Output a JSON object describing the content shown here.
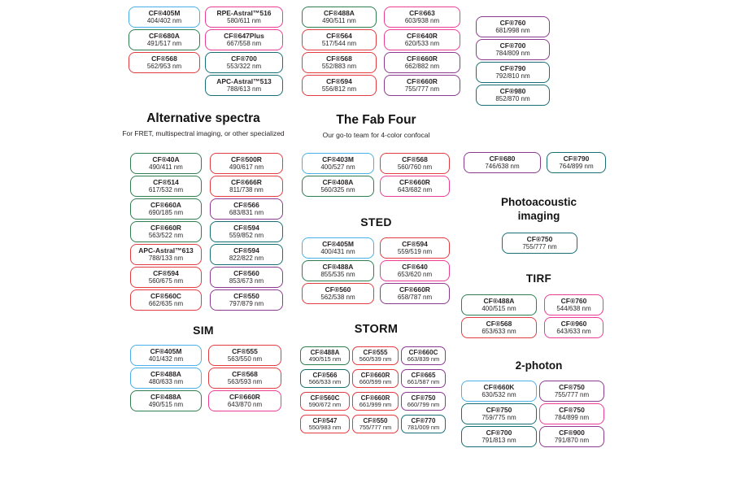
{
  "colors": {
    "blue": "#4aaee8",
    "green": "#2f7e50",
    "red": "#e13c3f",
    "pink": "#eb3d96",
    "teal": "#176f73",
    "purple": "#8c3a90"
  },
  "top": {
    "columns": [
      [
        {
          "name": "CF®405M",
          "nm": "404/402 nm",
          "color": "blue"
        },
        {
          "name": "CF®680A",
          "nm": "491/517 nm",
          "color": "green"
        },
        {
          "name": "CF®568",
          "nm": "562/953 nm",
          "color": "red"
        }
      ],
      [
        {
          "name": "RPE-Astral™516",
          "nm": "580/611 nm",
          "color": "pink"
        },
        {
          "name": "CF®647Plus",
          "nm": "667/558 nm",
          "color": "pink"
        },
        {
          "name": "CF®700",
          "nm": "553/322 nm",
          "color": "teal"
        },
        {
          "name": "APC-Astral™513",
          "nm": "788/613 nm",
          "color": "teal"
        }
      ],
      [
        {
          "name": "CF®488A",
          "nm": "490/511 nm",
          "color": "green"
        },
        {
          "name": "CF®564",
          "nm": "517/544 nm",
          "color": "red"
        },
        {
          "name": "CF®568",
          "nm": "552/883 nm",
          "color": "red"
        },
        {
          "name": "CF®594",
          "nm": "556/812 nm",
          "color": "red"
        }
      ],
      [
        {
          "name": "CF®663",
          "nm": "603/938 nm",
          "color": "pink"
        },
        {
          "name": "CF®640R",
          "nm": "620/533 nm",
          "color": "pink"
        },
        {
          "name": "CF®660R",
          "nm": "662/882 nm",
          "color": "purple"
        },
        {
          "name": "CF®660R",
          "nm": "755/777 nm",
          "color": "purple"
        }
      ],
      [
        {
          "name": "CF®760",
          "nm": "681/998 nm",
          "color": "purple"
        },
        {
          "name": "CF®700",
          "nm": "784/809 nm",
          "color": "purple"
        },
        {
          "name": "CF®790",
          "nm": "792/810 nm",
          "color": "teal"
        },
        {
          "name": "CF®980",
          "nm": "852/870 nm",
          "color": "teal"
        }
      ]
    ]
  },
  "sections": {
    "alternative_spectra": {
      "title": "Alternative spectra",
      "subtitle": "For FRET, multispectral imaging, or other specialized",
      "columns": [
        [
          {
            "name": "CF®40A",
            "nm": "490/411 nm",
            "color": "green"
          },
          {
            "name": "CF®514",
            "nm": "617/532 nm",
            "color": "green"
          },
          {
            "name": "CF®660A",
            "nm": "690/185 nm",
            "color": "green"
          },
          {
            "name": "CF®660R",
            "nm": "563/522 nm",
            "color": "green"
          },
          {
            "name": "APC-Astral™613",
            "nm": "788/133 nm",
            "color": "red"
          },
          {
            "name": "CF®594",
            "nm": "560/675 nm",
            "color": "red"
          },
          {
            "name": "CF®560C",
            "nm": "662/635 nm",
            "color": "red"
          }
        ],
        [
          {
            "name": "CF®500R",
            "nm": "490/617 nm",
            "color": "red"
          },
          {
            "name": "CF®666R",
            "nm": "811/738 nm",
            "color": "red"
          },
          {
            "name": "CF®566",
            "nm": "683/831 nm",
            "color": "purple"
          },
          {
            "name": "CF®594",
            "nm": "559/852 nm",
            "color": "teal"
          },
          {
            "name": "CF®594",
            "nm": "822/822 nm",
            "color": "teal"
          },
          {
            "name": "CF®560",
            "nm": "853/673 nm",
            "color": "purple"
          },
          {
            "name": "CF®550",
            "nm": "797/879 nm",
            "color": "purple"
          }
        ]
      ]
    },
    "fab_four": {
      "title": "The Fab Four",
      "subtitle": "Our go-to team for 4-color confocal",
      "columns": [
        [
          {
            "name": "CF®403M",
            "nm": "400/527 nm",
            "color": "blue"
          },
          {
            "name": "CF®408A",
            "nm": "560/325 nm",
            "color": "green"
          }
        ],
        [
          {
            "name": "CF®568",
            "nm": "560/760 nm",
            "color": "red"
          },
          {
            "name": "CF®660R",
            "nm": "643/682 nm",
            "color": "pink"
          }
        ]
      ]
    },
    "pair": {
      "columns": [
        [
          {
            "name": "CF®680",
            "nm": "746/638 nm",
            "color": "purple"
          }
        ],
        [
          {
            "name": "CF®790",
            "nm": "764/899 nm",
            "color": "teal"
          }
        ]
      ]
    },
    "sted": {
      "title": "STED",
      "columns": [
        [
          {
            "name": "CF®405M",
            "nm": "400/431 nm",
            "color": "blue"
          },
          {
            "name": "CF®488A",
            "nm": "855/535 nm",
            "color": "green"
          },
          {
            "name": "CF®560",
            "nm": "562/538 nm",
            "color": "red"
          }
        ],
        [
          {
            "name": "CF®594",
            "nm": "559/519 nm",
            "color": "red"
          },
          {
            "name": "CF®640",
            "nm": "653/620 nm",
            "color": "pink"
          },
          {
            "name": "CF®660R",
            "nm": "658/787 nm",
            "color": "purple"
          }
        ]
      ]
    },
    "photoacoustic": {
      "title": "Photoacoustic imaging",
      "columns": [
        [
          {
            "name": "CF®750",
            "nm": "755/777 nm",
            "color": "teal"
          }
        ]
      ]
    },
    "sim": {
      "title": "SIM",
      "columns": [
        [
          {
            "name": "CF®405M",
            "nm": "401/432 nm",
            "color": "blue"
          },
          {
            "name": "CF®488A",
            "nm": "480/633 nm",
            "color": "blue"
          },
          {
            "name": "CF®488A",
            "nm": "490/515 nm",
            "color": "green"
          }
        ],
        [
          {
            "name": "CF®555",
            "nm": "563/550 nm",
            "color": "red"
          },
          {
            "name": "CF®568",
            "nm": "563/593 nm",
            "color": "red"
          },
          {
            "name": "CF®660R",
            "nm": "643/870 nm",
            "color": "pink"
          }
        ]
      ]
    },
    "storm": {
      "title": "STORM",
      "columns": [
        [
          {
            "name": "CF®488A",
            "nm": "490/515 nm",
            "color": "green"
          },
          {
            "name": "CF®566",
            "nm": "566/533 nm",
            "color": "teal"
          },
          {
            "name": "CF®560C",
            "nm": "590/672 nm",
            "color": "red"
          },
          {
            "name": "CF®547",
            "nm": "550/983 nm",
            "color": "red"
          }
        ],
        [
          {
            "name": "CF®555",
            "nm": "560/539 nm",
            "color": "red"
          },
          {
            "name": "CF®660R",
            "nm": "660/599 nm",
            "color": "red"
          },
          {
            "name": "CF®660R",
            "nm": "661/999 nm",
            "color": "red"
          },
          {
            "name": "CF®550",
            "nm": "755/777 nm",
            "color": "red"
          }
        ],
        [
          {
            "name": "CF®660C",
            "nm": "663/839 nm",
            "color": "purple"
          },
          {
            "name": "CF®665",
            "nm": "661/587 nm",
            "color": "purple"
          },
          {
            "name": "CF®750",
            "nm": "660/799 nm",
            "color": "purple"
          },
          {
            "name": "CF®770",
            "nm": "781/009 nm",
            "color": "teal"
          }
        ]
      ]
    },
    "tirf": {
      "title": "TIRF",
      "columns": [
        [
          {
            "name": "CF®488A",
            "nm": "400/515 nm",
            "color": "green"
          },
          {
            "name": "CF®568",
            "nm": "653/633 nm",
            "color": "red"
          }
        ],
        [
          {
            "name": "CF®760",
            "nm": "544/638 nm",
            "color": "pink"
          },
          {
            "name": "CF®960",
            "nm": "643/633 nm",
            "color": "pink"
          }
        ]
      ]
    },
    "two_photon": {
      "title": "2-photon",
      "columns": [
        [
          {
            "name": "CF®660K",
            "nm": "630/532 nm",
            "color": "blue"
          },
          {
            "name": "CF®750",
            "nm": "759/775 nm",
            "color": "teal"
          },
          {
            "name": "CF®700",
            "nm": "791/813 nm",
            "color": "teal"
          }
        ],
        [
          {
            "name": "CF®750",
            "nm": "755/777 nm",
            "color": "purple"
          },
          {
            "name": "CF®750",
            "nm": "784/899 nm",
            "color": "pink"
          },
          {
            "name": "CF®900",
            "nm": "791/870 nm",
            "color": "purple"
          }
        ]
      ]
    }
  }
}
